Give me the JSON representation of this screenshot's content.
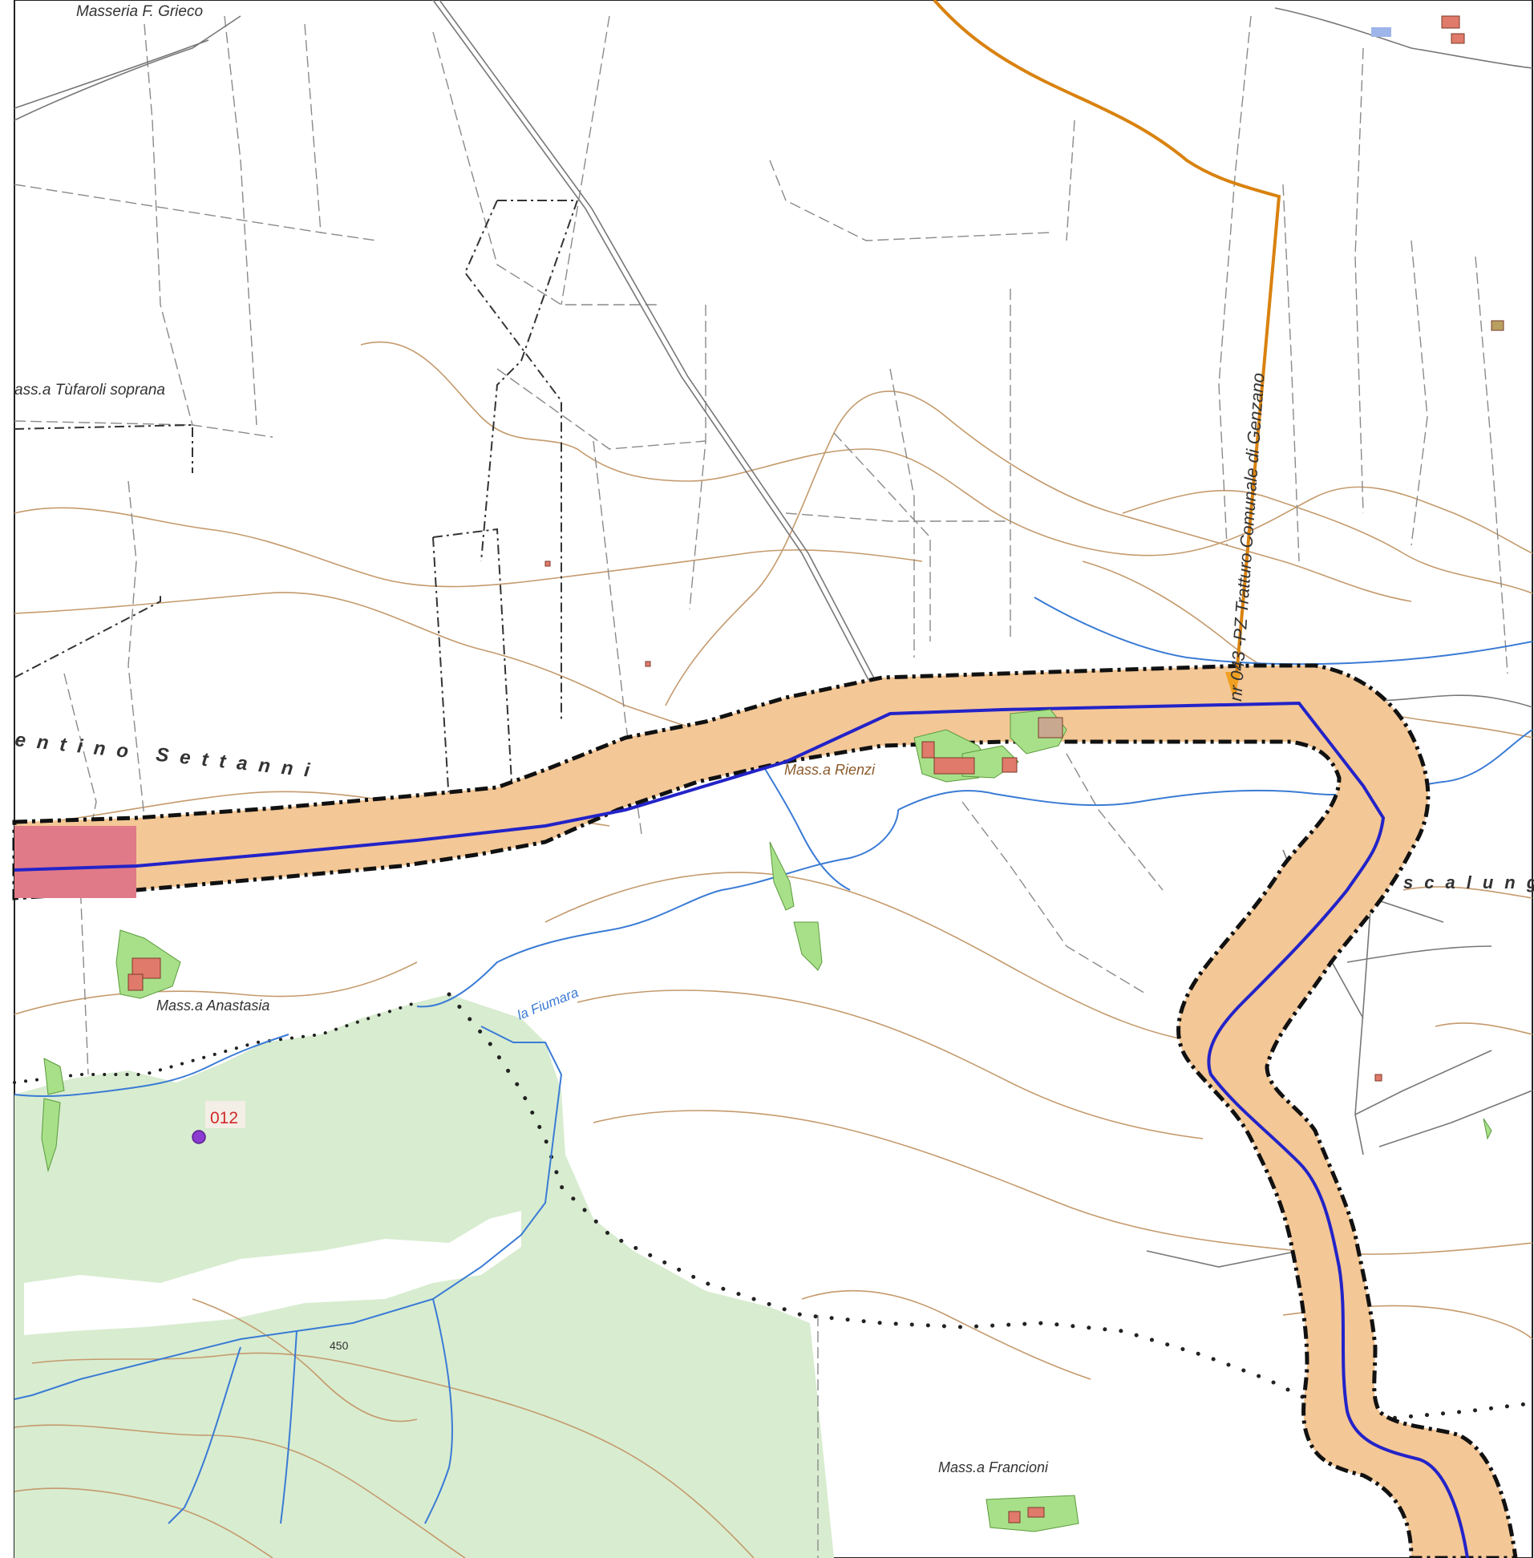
{
  "map": {
    "labels": {
      "masseria_f_grieco": "Masseria F. Grieco",
      "mass_tufaroli": "ass.a Tùfaroli soprana",
      "contrada_settanni": "entino Settanni",
      "mass_rienzi": "Mass.a Rienzi",
      "mass_anastasia": "Mass.a Anastasia",
      "la_fiumara": "la Fiumara",
      "scalunga": "scalung",
      "mass_francioni": "Mass.a Francioni",
      "tratturo": "nr 043 -PZ Tratturo Comunale di Genzano",
      "contour_450": "450",
      "point_012": "012"
    },
    "colors": {
      "buffer_fill": "#f3c796",
      "buffer_border": "#111111",
      "red_segment": "#e07a88",
      "route_line": "#2323c8",
      "tratturo_line": "#d9820f",
      "forest": "#d8ecd0",
      "green_patch": "#a8e08a",
      "contour": "#c49a6c",
      "river": "#3a7bd5",
      "point_marker": "#8b3bd0"
    }
  }
}
